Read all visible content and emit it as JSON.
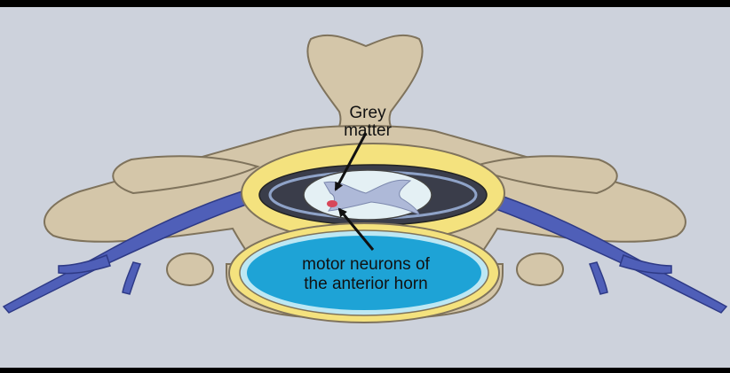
{
  "diagram": {
    "labels": {
      "grey_matter_line1": "Grey",
      "grey_matter_line2": "matter",
      "motor_line1": "motor neurons of",
      "motor_line2": "the anterior horn"
    },
    "colors": {
      "frame": "#000000",
      "background": "#cdd2dc",
      "bone": "#d4c6a9",
      "bone_outline": "#7f735c",
      "fat_yellow": "#f4e27e",
      "disc_blue": "#1ea3d6",
      "disc_light": "#bde7f3",
      "nerve": "#4f5fb8",
      "canal_dark": "#3a3d4a",
      "grey_matter": "#aeb9d8",
      "white_matter": "#e4f0f4",
      "neuron_red": "#d8475a",
      "arrow": "#111111"
    }
  }
}
